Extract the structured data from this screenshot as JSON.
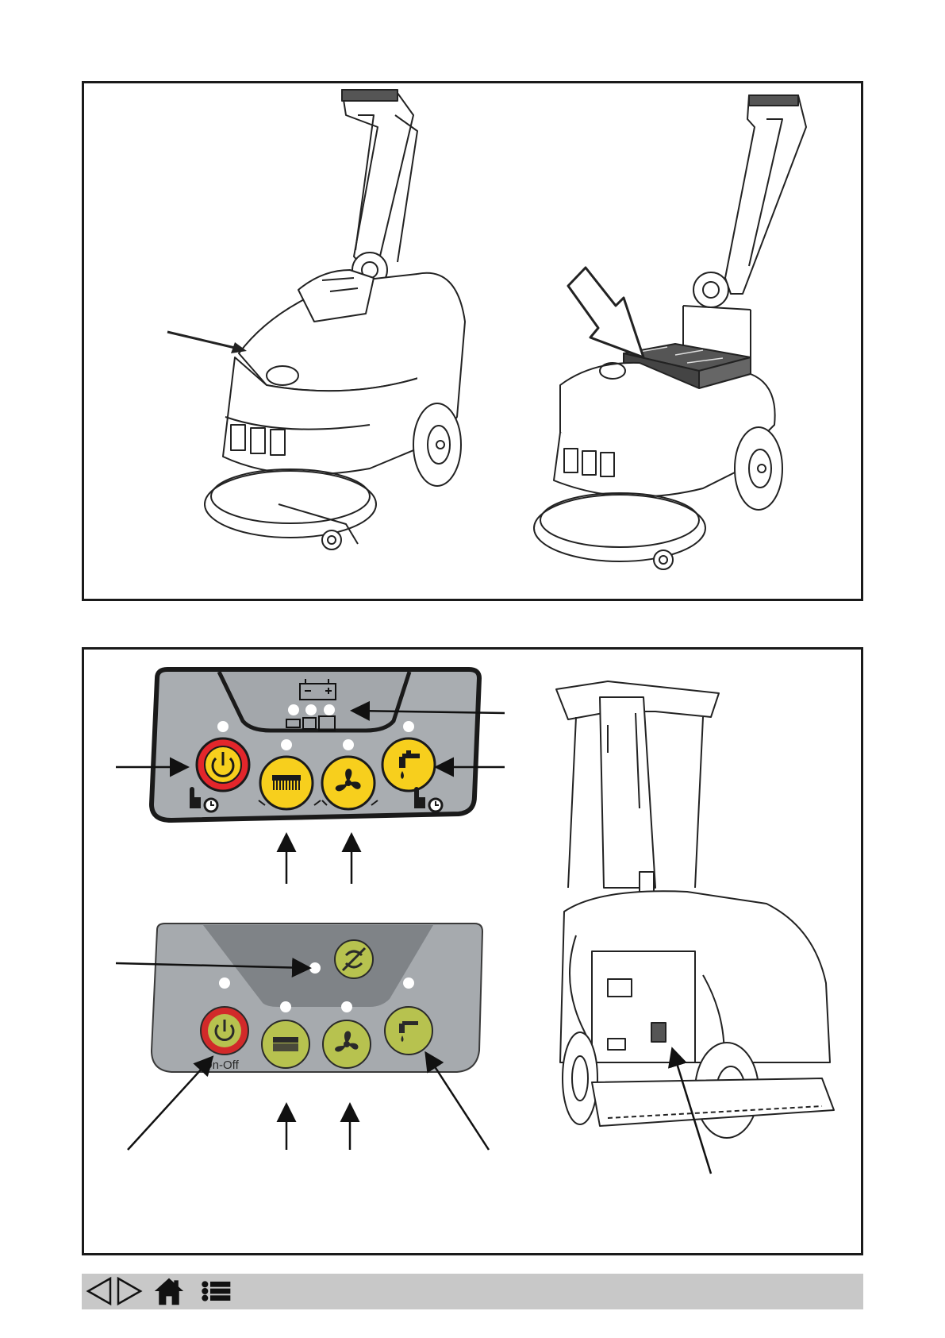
{
  "document": {
    "figures": [
      {
        "id": "machine-overview",
        "description_label": ""
      },
      {
        "id": "battery-compartment",
        "description_label": ""
      }
    ]
  },
  "control_panel_b": {
    "onoff_label": "On-Off"
  },
  "navigation": {
    "prev_icon": "triangle-left-icon",
    "next_icon": "triangle-right-icon",
    "home_icon": "home-icon",
    "index_icon": "list-icon"
  },
  "colors": {
    "power_red": "#e3262b",
    "button_yellow": "#f7cf1d",
    "panel_gray": "#a9adb1",
    "panel_b_green": "#b7c24f",
    "nav_bar": "#c8c8c8"
  }
}
